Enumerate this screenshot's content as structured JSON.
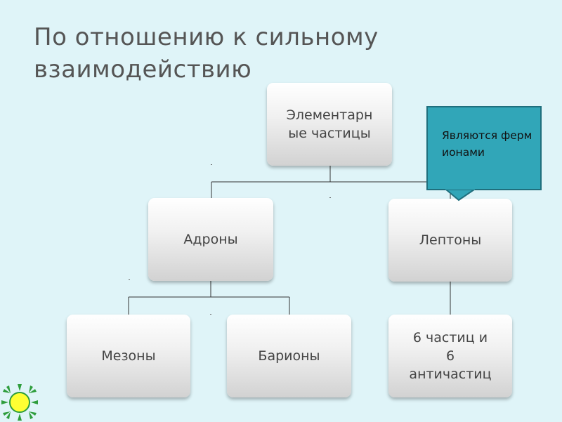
{
  "slide": {
    "title": "По отношению к сильному взаимодействию"
  },
  "diagram": {
    "root": {
      "lines": [
        "Элементарн",
        "ые частицы"
      ]
    },
    "hadrons": {
      "label": "Адроны"
    },
    "leptons": {
      "label": "Лептоны"
    },
    "mesons": {
      "label": "Мезоны"
    },
    "baryons": {
      "label": "Барионы"
    },
    "lepton_count": {
      "lines": [
        "6 частиц и",
        "6",
        "античастиц"
      ]
    }
  },
  "callout": {
    "text": "Являются фермионами"
  },
  "decoration": {
    "corner_icon": "sun-icon"
  },
  "colors": {
    "background": "#dff4f8",
    "callout_fill": "#31a6b8",
    "callout_border": "#1f6f7d",
    "sun_fill": "#ffff33",
    "sun_rays": "#2e9d3c"
  }
}
